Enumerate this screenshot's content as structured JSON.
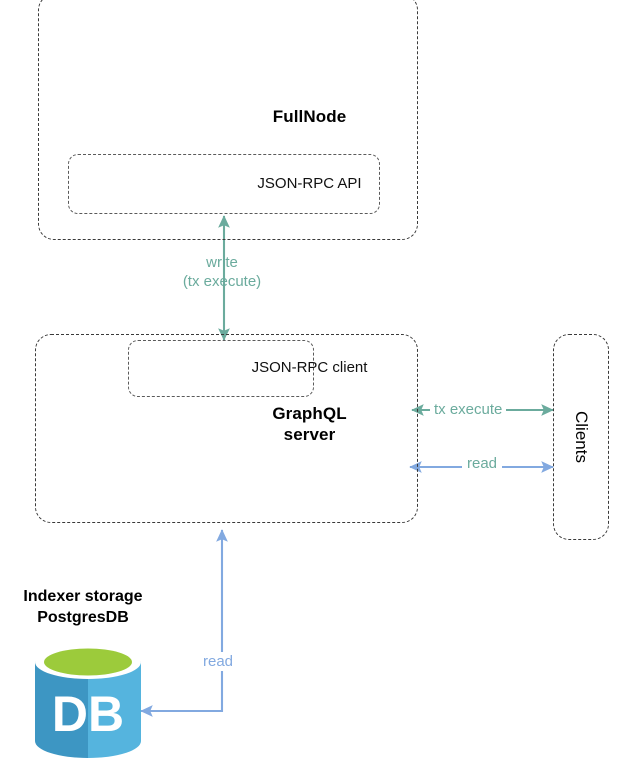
{
  "diagram": {
    "title": "FullNode / GraphQL server / Indexer storage architecture",
    "colors": {
      "teal": "#6bab9d",
      "blue": "#82a9e0",
      "box_border": "#3a3a3a",
      "db_green": "#9ccb3b",
      "db_green_dark": "#7fae20",
      "db_blue_dark": "#3d96c3",
      "db_blue_light": "#55b4de",
      "text": "#000000"
    }
  },
  "fullnode": {
    "title": "FullNode",
    "inner": {
      "label": "JSON-RPC API"
    }
  },
  "graphql": {
    "title_line1": "GraphQL",
    "title_line2": "server",
    "inner": {
      "label": "JSON-RPC client"
    }
  },
  "clients": {
    "label": "Clients"
  },
  "storage": {
    "caption_line1": "Indexer storage",
    "caption_line2": "PostgresDB",
    "icon_label": "DB",
    "icon_name": "database-cylinder-icon"
  },
  "connections": {
    "write": {
      "label_line1": "write",
      "label_line2": "(tx execute)",
      "color": "#6bab9d",
      "from": "GraphQL server",
      "to": "FullNode JSON-RPC API",
      "direction": "bidirectional"
    },
    "tx_execute": {
      "label": "tx execute",
      "color": "#6bab9d",
      "from": "GraphQL server",
      "to": "Clients",
      "direction": "bidirectional"
    },
    "client_read": {
      "label": "read",
      "color": "#82a9e0",
      "from": "GraphQL server",
      "to": "Clients",
      "direction": "bidirectional"
    },
    "db_read": {
      "label": "read",
      "color": "#82a9e0",
      "from": "GraphQL server",
      "to": "PostgresDB",
      "direction": "bidirectional"
    }
  }
}
